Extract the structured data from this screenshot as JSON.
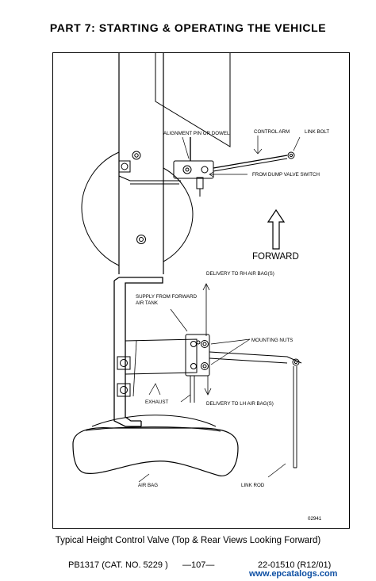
{
  "page": {
    "header": "PART 7:  STARTING & OPERATING THE VEHICLE",
    "caption": "Typical Height Control Valve (Top & Rear Views Looking Forward)",
    "footer_left": "PB1317 (CAT. NO. 5229 )",
    "footer_center": "—107—",
    "footer_right": "22-01510  (R12/01)",
    "watermark": "www.epcatalogs.com"
  },
  "diagram": {
    "figure_number": "02941",
    "forward_label": "FORWARD",
    "labels": {
      "alignment_pin": "ALIGNMENT PIN OR DOWEL",
      "control_arm": "CONTROL ARM",
      "link_bolt": "LINK BOLT",
      "from_dump_valve": "FROM DUMP VALVE SWITCH",
      "delivery_rh": "DELIVERY TO RH AIR BAG(S)",
      "supply_line1": "SUPPLY FROM FORWARD",
      "supply_line2": "AIR TANK",
      "mounting_nuts": "MOUNTING NUTS",
      "exhaust": "EXHAUST",
      "delivery_lh": "DELIVERY TO LH AIR BAG(S)",
      "air_bag": "AIR BAG",
      "link_rod": "LINK ROD"
    }
  }
}
